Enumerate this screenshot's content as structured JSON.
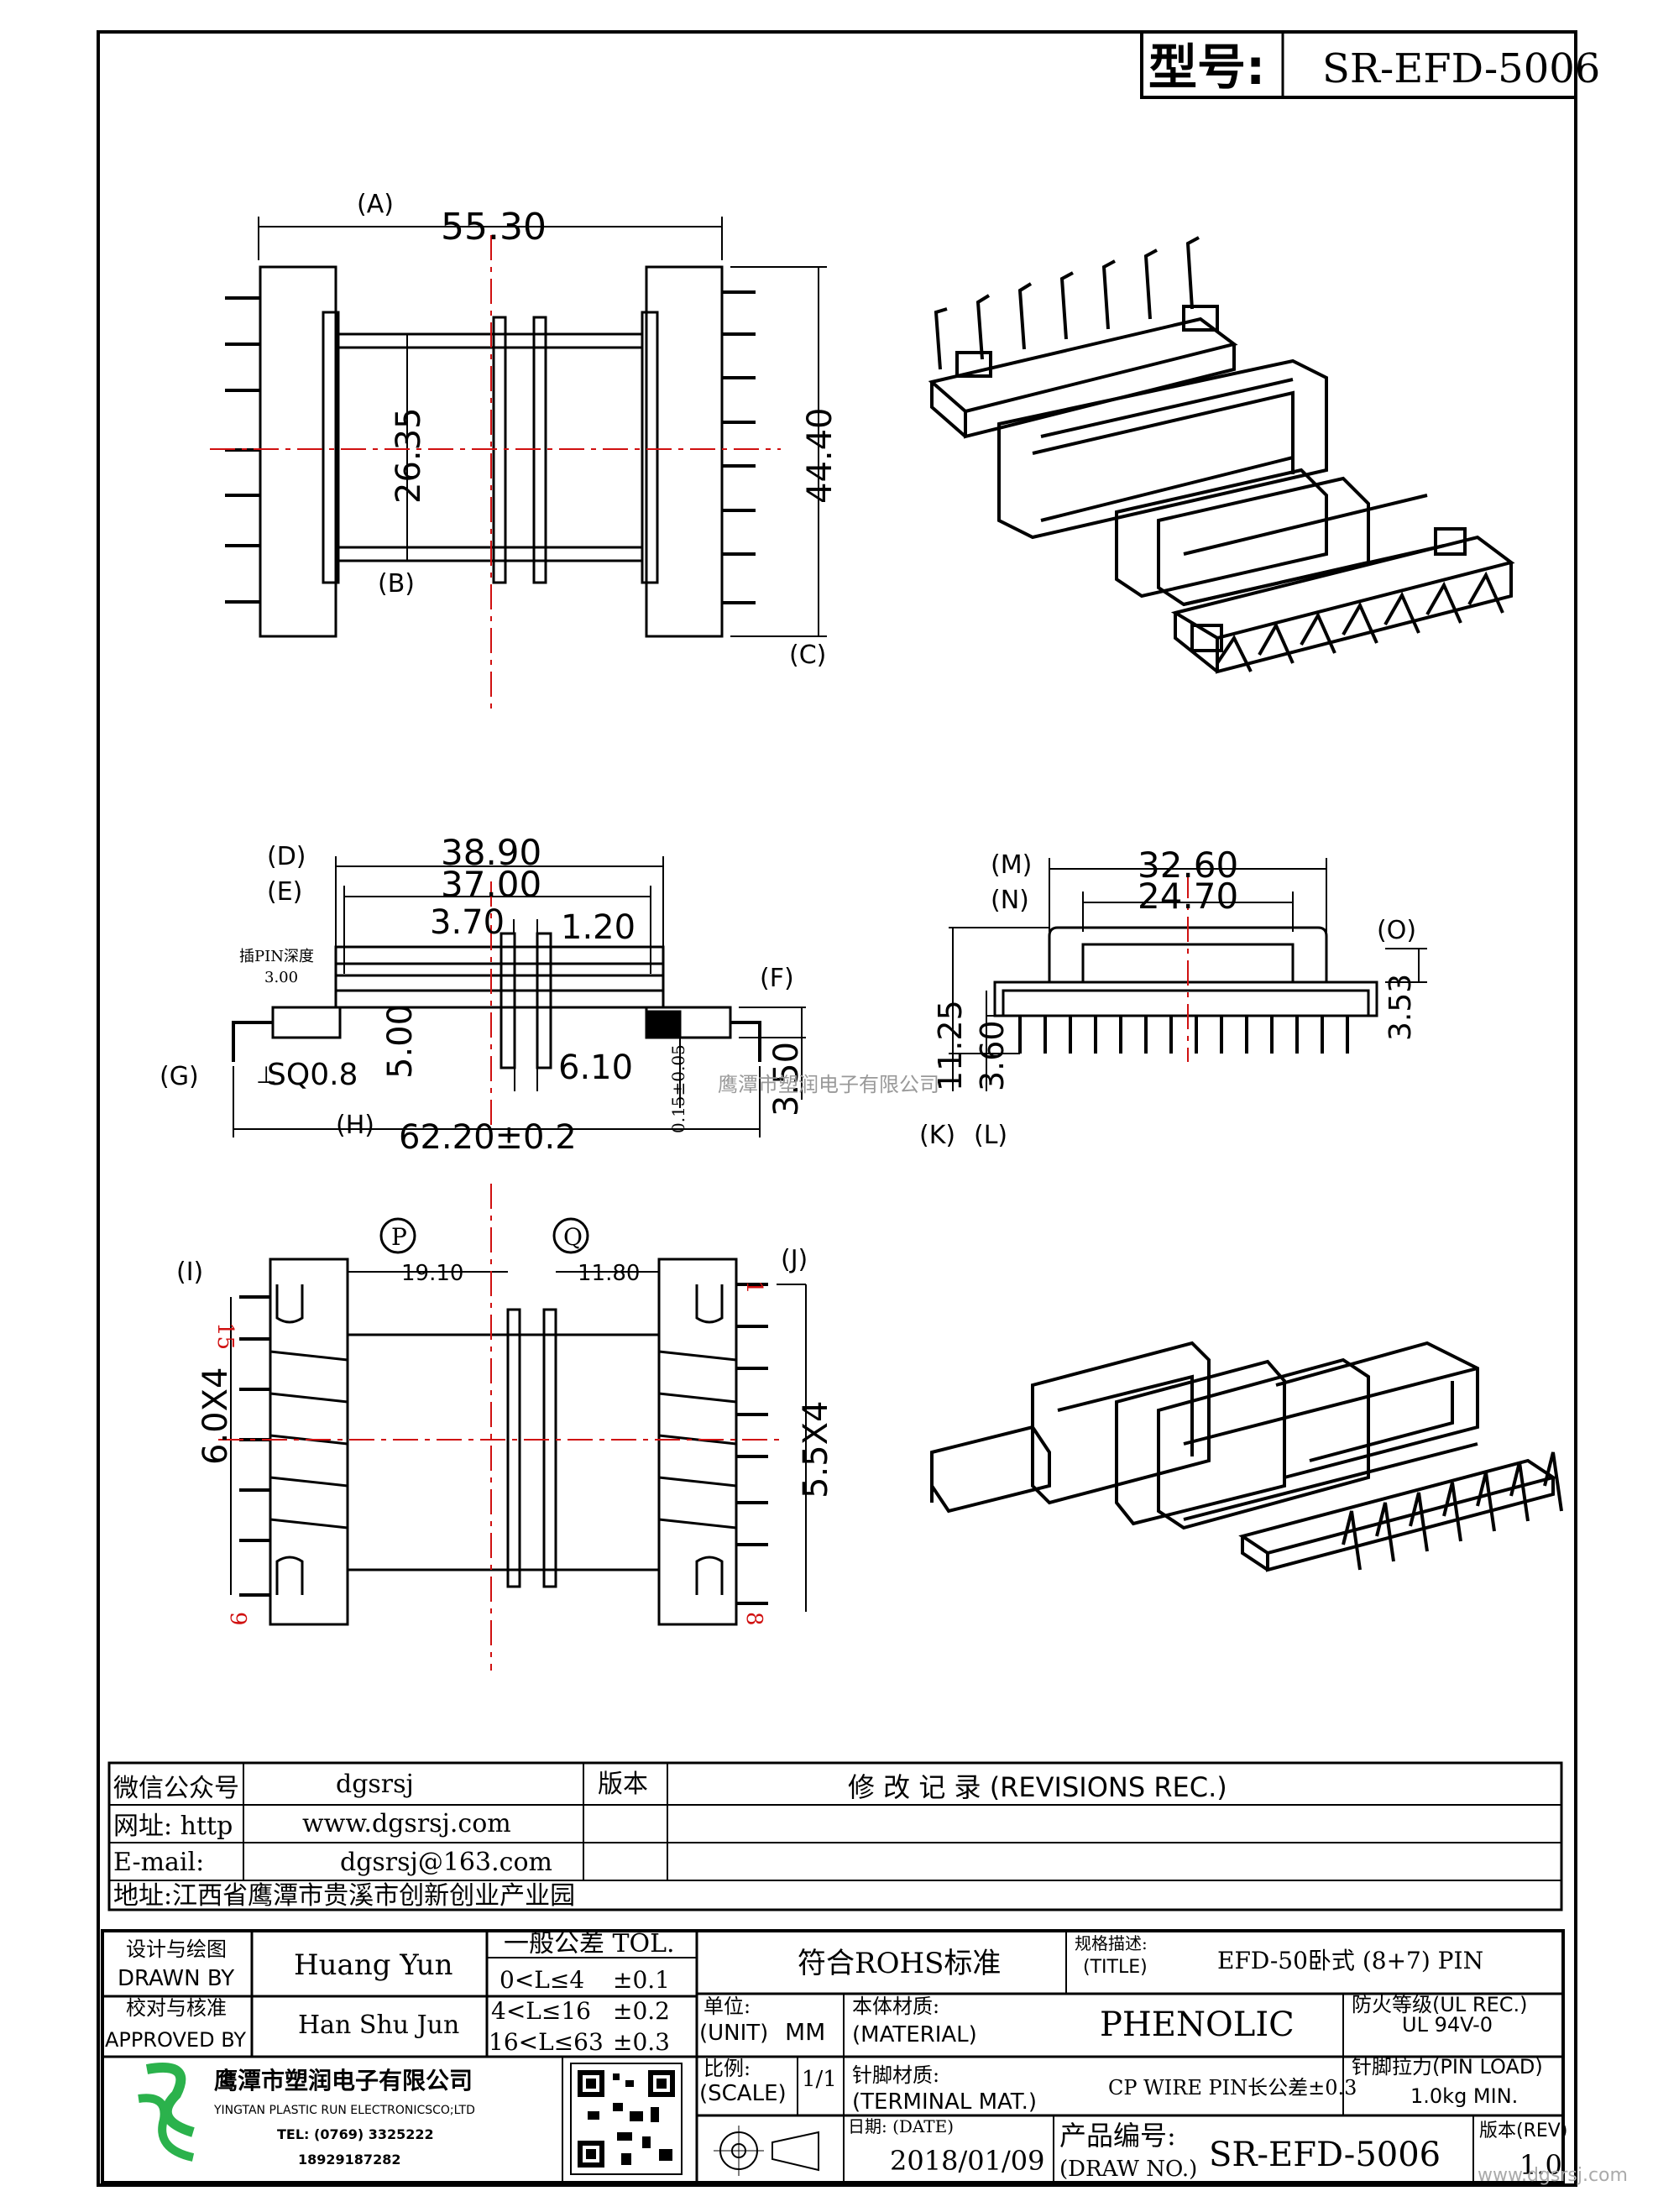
{
  "header": {
    "model_label": "型号:",
    "model_value": "SR-EFD-5006"
  },
  "top_view": {
    "label_A": "(A)",
    "dim_A": "55.30",
    "label_B": "(B)",
    "dim_B": "26.35",
    "label_C": "(C)",
    "dim_C": "44.40"
  },
  "side_view": {
    "label_D": "(D)",
    "dim_D": "38.90",
    "label_E": "(E)",
    "dim_E": "37.00",
    "dim_370": "3.70",
    "dim_120": "1.20",
    "pin_depth_label": "插PIN深度",
    "pin_depth_value": "3.00",
    "label_F": "(F)",
    "dim_500": "5.00",
    "dim_610": "6.10",
    "dim_015": "0.15±0.05",
    "dim_350": "3.50",
    "label_G": "(G)",
    "sq": "SQ0.8",
    "label_H": "(H)",
    "dim_H": "62.20±0.2"
  },
  "front_view": {
    "label_M": "(M)",
    "dim_M": "32.60",
    "label_N": "(N)",
    "dim_N": "24.70",
    "label_O": "(O)",
    "dim_O": "3.53",
    "dim_1125": "11.25",
    "dim_360": "3.60",
    "label_K": "(K)",
    "label_L": "(L)"
  },
  "watermark": "鹰潭市塑润电子有限公司",
  "bottom_view": {
    "label_P": "P",
    "label_Q": "Q",
    "dim_P": "19.10",
    "dim_Q": "11.80",
    "label_I": "(I)",
    "label_J": "(J)",
    "dim_I": "6.0X4",
    "dim_J": "5.5X4",
    "pin_15": "15",
    "pin_9": "9",
    "pin_1": "1",
    "pin_8": "8"
  },
  "info_table": {
    "rows": [
      {
        "key": "微信公众号",
        "value": "dgsrsj"
      },
      {
        "key": "网址: http",
        "value": "www.dgsrsj.com"
      },
      {
        "key": "E-mail:",
        "value": "dgsrsj@163.com"
      }
    ],
    "address": "地址:江西省鹰潭市贵溪市创新创业产业园",
    "version_header": "版本",
    "revisions_header": "修 改 记 录  (REVISIONS REC.)"
  },
  "title_block": {
    "drawn_by_label_cn": "设计与绘图",
    "drawn_by_label_en": "DRAWN BY",
    "drawn_by": "Huang  Yun",
    "approved_label_cn": "校对与核准",
    "approved_label_en": "APPROVED BY",
    "approved_by": "Han Shu Jun",
    "tol_header": "一般公差 TOL.",
    "tol_rows": [
      {
        "range": "0<L≤4",
        "tol": "±0.1"
      },
      {
        "range": "4<L≤16",
        "tol": "±0.2"
      },
      {
        "range": "16<L≤63",
        "tol": "±0.3"
      }
    ],
    "rohs": "符合ROHS标准",
    "title_label_cn": "规格描述:",
    "title_label_en": "(TITLE)",
    "title_value": "EFD-50卧式 (8+7) PIN",
    "unit_label_cn": "单位:",
    "unit_label_en": "(UNIT)",
    "unit_value": "MM",
    "material_label_cn": "本体材质:",
    "material_label_en": "(MATERIAL)",
    "material_value": "PHENOLIC",
    "fire_label_cn": "防火等级(UL REC.)",
    "fire_value": "UL 94V-0",
    "scale_label_cn": "比例:",
    "scale_label_en": "(SCALE)",
    "scale_value": "1/1",
    "terminal_label_cn": "针脚材质:",
    "terminal_label_en": "(TERMINAL MAT.)",
    "terminal_value": "CP WIRE  PIN长公差±0.3",
    "pin_load_label": "针脚拉力(PIN LOAD)",
    "pin_load_value": "1.0kg MIN.",
    "company_cn": "鹰潭市塑润电子有限公司",
    "company_en": "YINGTAN PLASTIC RUN ELECTRONICSCO;LTD",
    "tel": "TEL: (0769) 3325222",
    "phone": "18929187282",
    "date_label": "日期: (DATE)",
    "date_value": "2018/01/09",
    "drawno_label_cn": "产品编号:",
    "drawno_label_en": "(DRAW NO.)",
    "drawno_value": "SR-EFD-5006",
    "rev_label": "版本(REV)",
    "rev_value": "1.0",
    "site_watermark": "www.dgsrsj.com"
  }
}
